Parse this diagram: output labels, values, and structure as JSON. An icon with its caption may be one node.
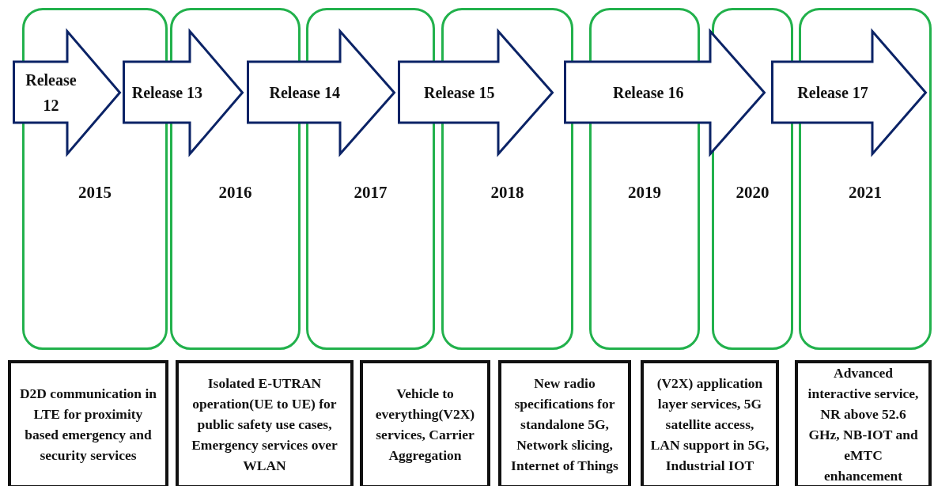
{
  "diagram": {
    "nodes": [
      {
        "text": [
          "Release 12"
        ]
      },
      {
        "text": [
          "Release 13"
        ]
      },
      {
        "text": [
          "Release 14"
        ]
      },
      {
        "text": [
          "Release 15"
        ]
      },
      {
        "text": [
          "Release 16"
        ]
      },
      {
        "text": [
          "Release 17"
        ]
      },
      {
        "text": [
          "2015"
        ]
      },
      {
        "text": [
          "2016"
        ]
      },
      {
        "text": [
          "2017"
        ]
      },
      {
        "text": [
          "2018"
        ]
      },
      {
        "text": [
          "2019"
        ]
      },
      {
        "text": [
          "2020"
        ]
      },
      {
        "text": [
          "2021"
        ]
      },
      {
        "text": [
          "D2D communication in LTE for proximity based emergency and security services"
        ]
      },
      {
        "text": [
          "Isolated E-UTRAN operation(UE to UE) for public safety use cases, Emergency services over WLAN"
        ]
      },
      {
        "text": [
          "Vehicle to everything(V2X) services, Carrier Aggregation"
        ]
      },
      {
        "text": [
          "New radio specifications for standalone 5G, Network slicing, Internet of Things"
        ]
      },
      {
        "text": [
          "(V2X) application layer services, 5G satellite access, LAN support in 5G, Industrial IOT"
        ]
      },
      {
        "text": [
          "Advanced interactive service, NR above 52.6 GHz, NB-IOT and eMTC enhancement"
        ]
      }
    ]
  }
}
